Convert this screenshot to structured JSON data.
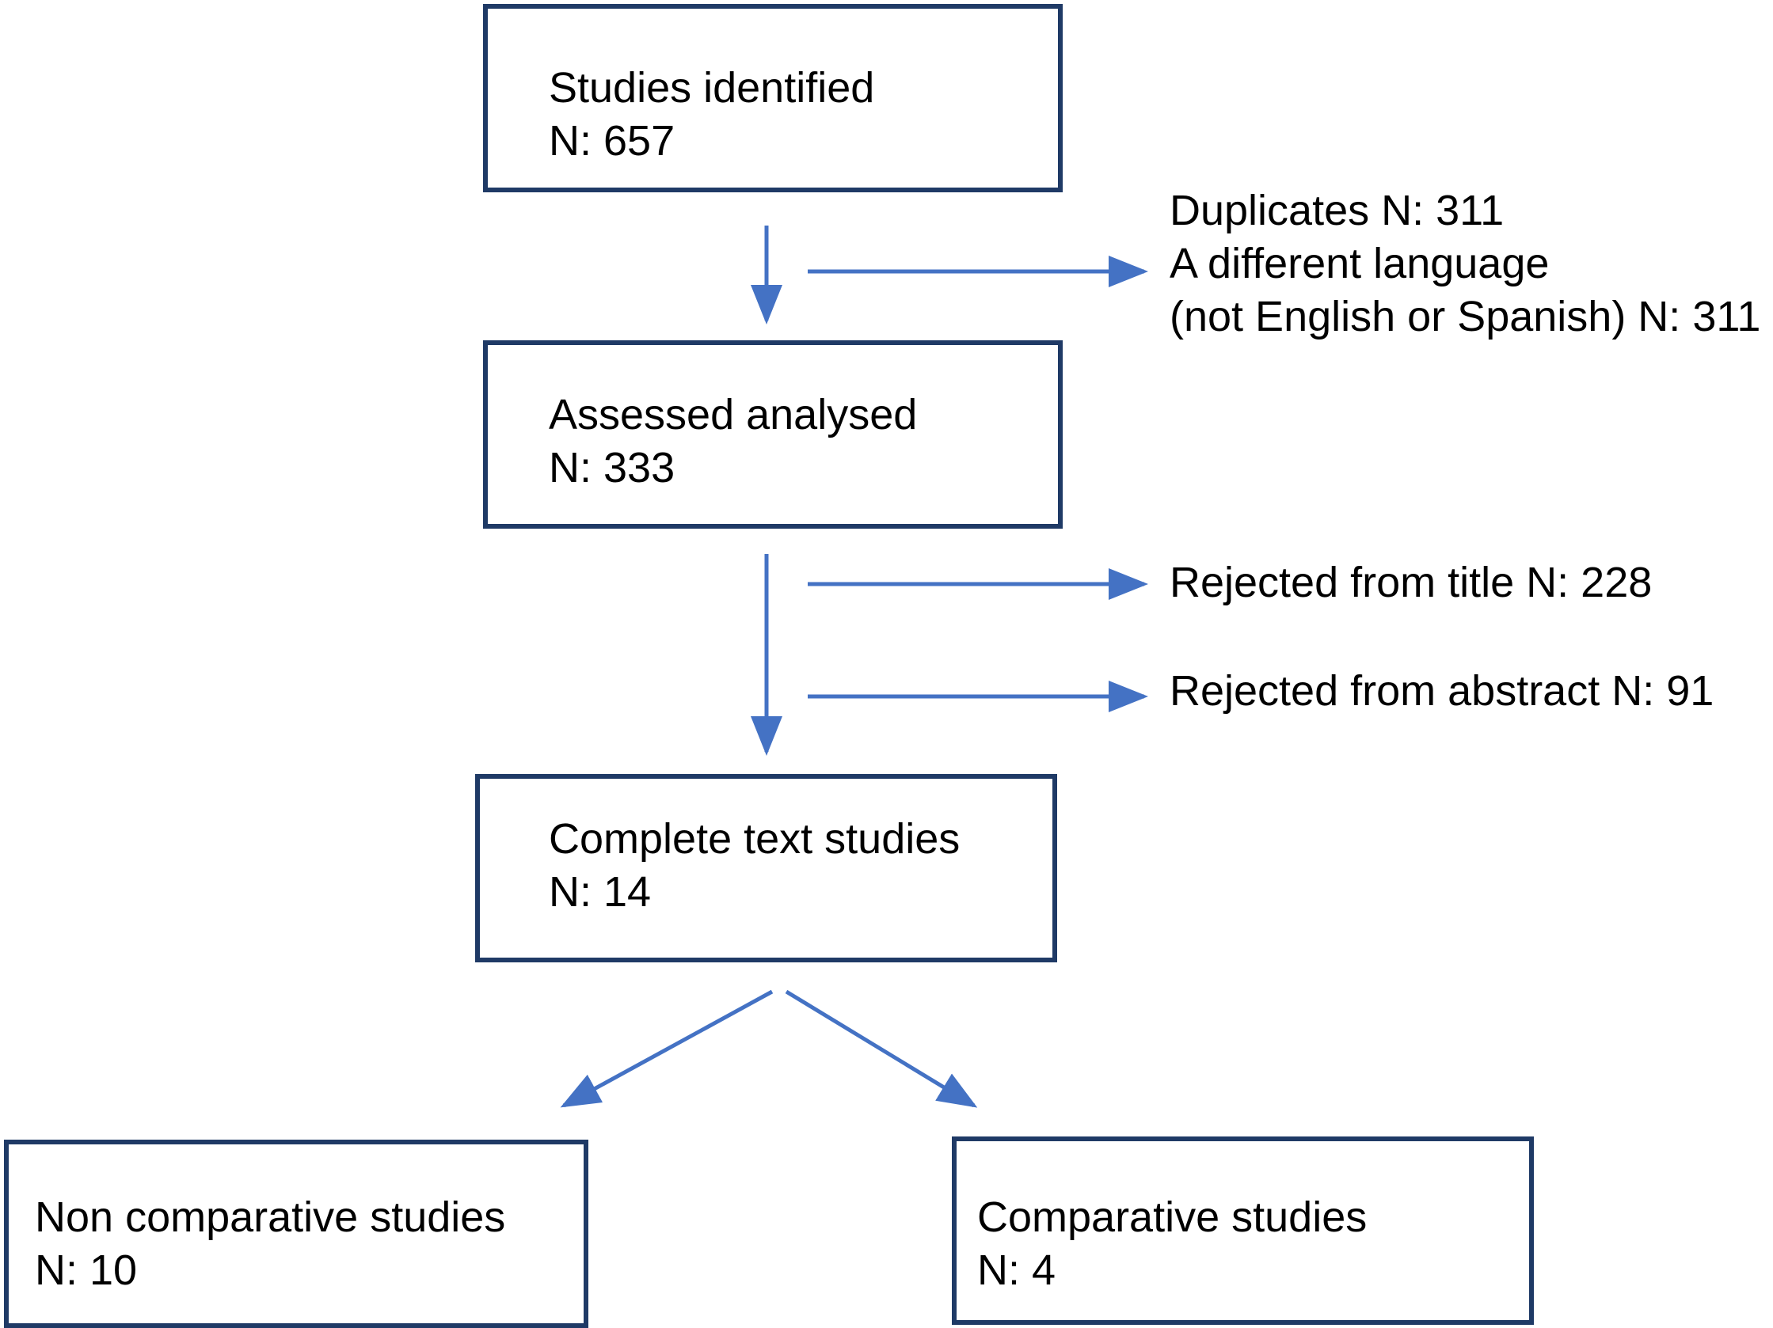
{
  "boxes": {
    "identified": {
      "title": "Studies identified",
      "count": "N: 657"
    },
    "assessed": {
      "title": "Assessed analysed",
      "count": "N: 333"
    },
    "complete": {
      "title": "Complete text studies",
      "count": "N: 14"
    },
    "non_comparative": {
      "title": "Non comparative studies",
      "count": "N: 10"
    },
    "comparative": {
      "title": "Comparative studies",
      "count": "N: 4"
    }
  },
  "exclusions": {
    "duplicates": "Duplicates N: 311",
    "language_line1": "A different language",
    "language_line2": "(not English or Spanish) N: 311",
    "rejected_title": "Rejected from title N: 228",
    "rejected_abstract": "Rejected from abstract N: 91"
  },
  "colors": {
    "box_border": "#1f3a66",
    "arrow": "#4472c4"
  }
}
